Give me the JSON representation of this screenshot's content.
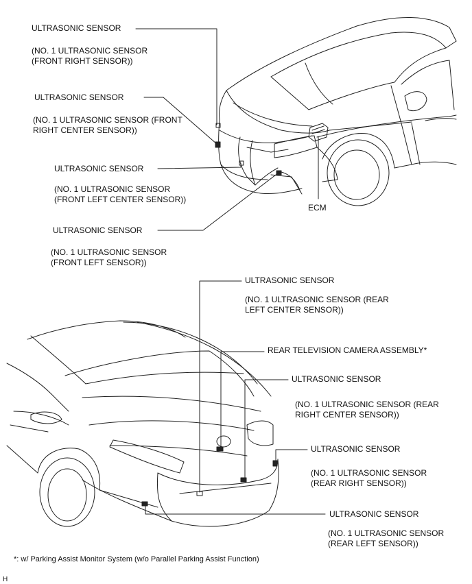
{
  "labels": {
    "front_right": {
      "title": "ULTRASONIC SENSOR",
      "detail": "(NO. 1 ULTRASONIC SENSOR\n(FRONT RIGHT SENSOR))"
    },
    "front_right_center": {
      "title": "ULTRASONIC SENSOR",
      "detail": "(NO. 1 ULTRASONIC SENSOR (FRONT\nRIGHT CENTER SENSOR))"
    },
    "front_left_center": {
      "title": "ULTRASONIC SENSOR",
      "detail": "(NO. 1 ULTRASONIC SENSOR\n(FRONT LEFT CENTER SENSOR))"
    },
    "front_left": {
      "title": "ULTRASONIC SENSOR",
      "detail": "(NO. 1 ULTRASONIC SENSOR\n(FRONT LEFT SENSOR))"
    },
    "ecm": {
      "title": "ECM"
    },
    "rear_left_center": {
      "title": "ULTRASONIC SENSOR",
      "detail": "(NO. 1 ULTRASONIC SENSOR (REAR\nLEFT CENTER SENSOR))"
    },
    "rear_camera": {
      "title": "REAR TELEVISION CAMERA ASSEMBLY*"
    },
    "rear_right_center": {
      "title": "ULTRASONIC SENSOR",
      "detail": "(NO. 1 ULTRASONIC SENSOR (REAR\nRIGHT CENTER SENSOR))"
    },
    "rear_right": {
      "title": "ULTRASONIC SENSOR",
      "detail": "(NO. 1 ULTRASONIC SENSOR\n(REAR RIGHT SENSOR))"
    },
    "rear_left": {
      "title": "ULTRASONIC SENSOR",
      "detail": "(NO. 1 ULTRASONIC SENSOR\n(REAR LEFT SENSOR))"
    }
  },
  "footnote": "*: w/ Parking Assist Monitor System (w/o Parallel Parking Assist Function)",
  "corner_mark": "H"
}
